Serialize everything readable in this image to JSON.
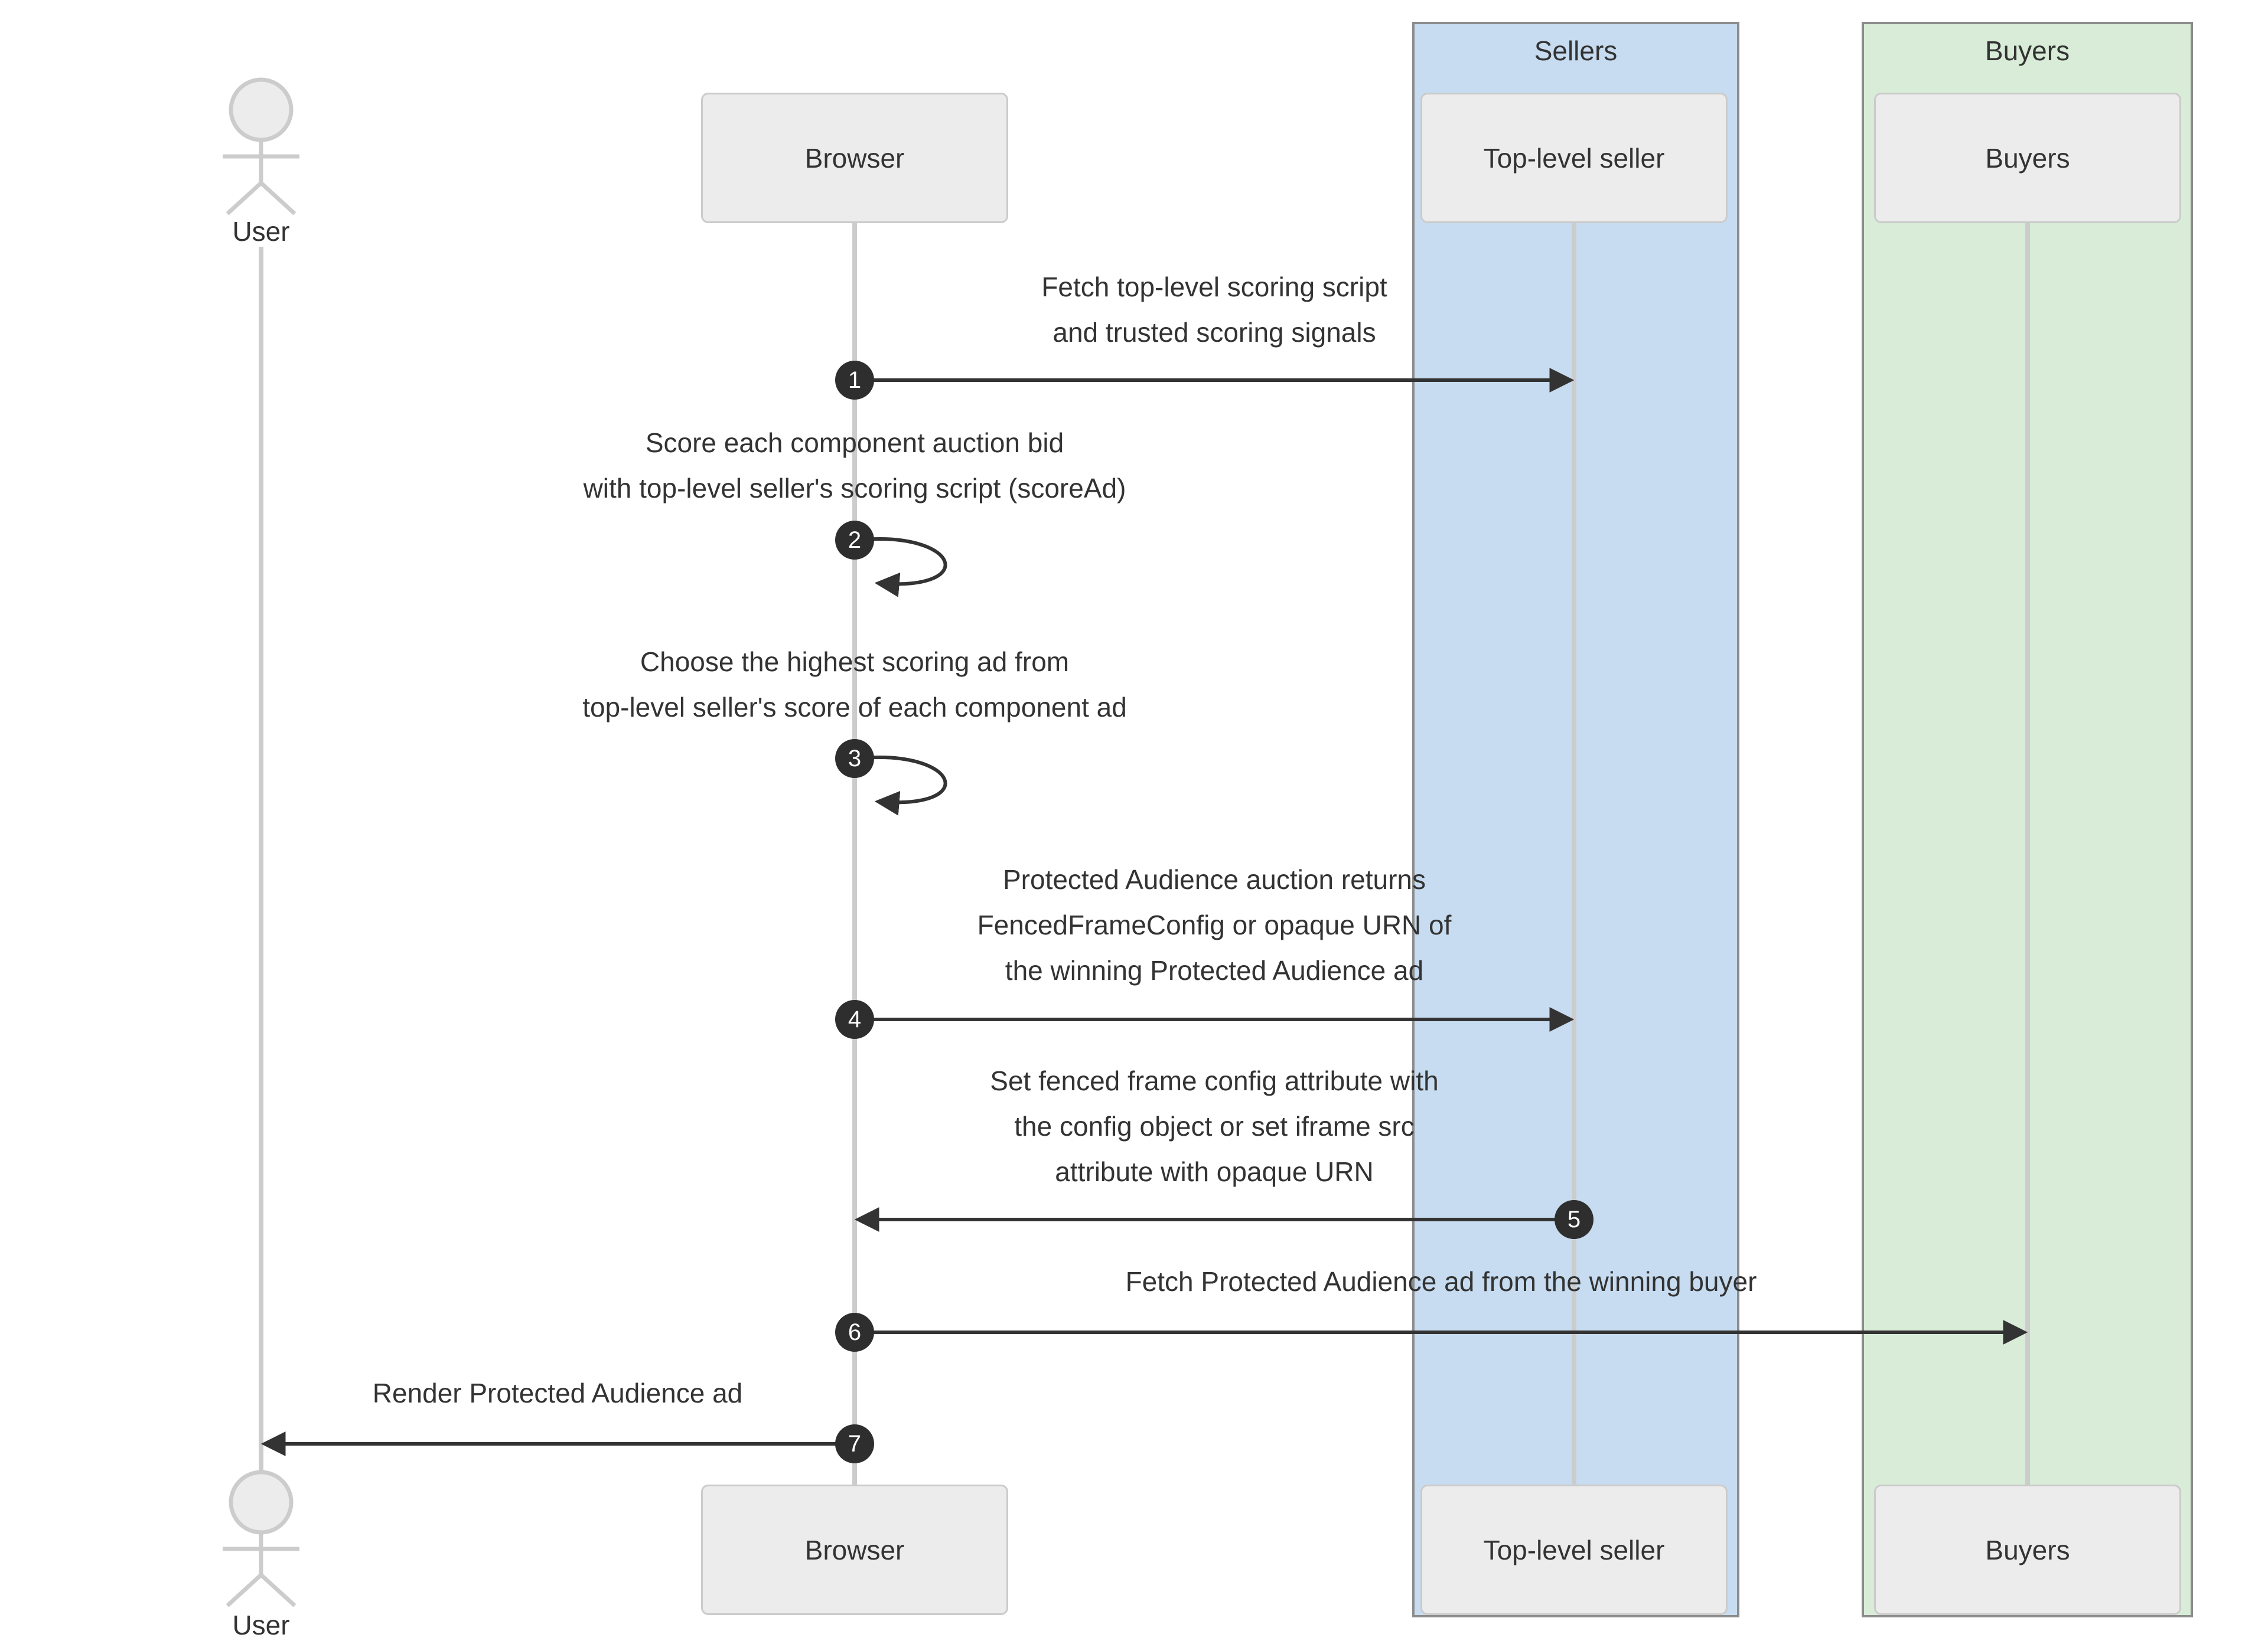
{
  "colors": {
    "page_bg": "#ffffff",
    "sellers_bg": "#c7dcf0",
    "buyers_bg": "#d8ecd8",
    "group_border": "#8c8c8c",
    "box_bg": "#ececec",
    "box_border": "#cbcbcb",
    "lifeline": "#cccccc",
    "actor": "#cccccc",
    "arrow": "#333333",
    "text": "#333333",
    "badge_bg": "#2e2e2e",
    "badge_text": "#ffffff"
  },
  "groups": {
    "sellers": {
      "label": "Sellers"
    },
    "buyers": {
      "label": "Buyers"
    }
  },
  "participants": {
    "user": {
      "label": "User",
      "type": "actor"
    },
    "browser": {
      "label": "Browser"
    },
    "top_level_seller": {
      "label": "Top-level seller",
      "group": "Sellers"
    },
    "buyers": {
      "label": "Buyers",
      "group": "Buyers"
    }
  },
  "messages": {
    "m1": {
      "number": "1",
      "from": "browser",
      "to": "top_level_seller",
      "lines": [
        "Fetch top-level scoring script",
        "and trusted scoring signals"
      ]
    },
    "m2": {
      "number": "2",
      "from": "browser",
      "to": "browser",
      "lines": [
        "Score each component auction bid",
        "with top-level seller's scoring script (scoreAd)"
      ]
    },
    "m3": {
      "number": "3",
      "from": "browser",
      "to": "browser",
      "lines": [
        "Choose the highest scoring ad from",
        "top-level seller's score of each component ad"
      ]
    },
    "m4": {
      "number": "4",
      "from": "browser",
      "to": "top_level_seller",
      "lines": [
        "Protected Audience auction returns",
        "FencedFrameConfig or opaque URN of",
        "the winning Protected Audience ad"
      ]
    },
    "m5": {
      "number": "5",
      "from": "top_level_seller",
      "to": "browser",
      "lines": [
        "Set fenced frame config attribute with",
        "the config object or set iframe src",
        "attribute with opaque URN"
      ]
    },
    "m6": {
      "number": "6",
      "from": "browser",
      "to": "buyers",
      "lines": [
        "Fetch Protected Audience ad from the winning buyer"
      ]
    },
    "m7": {
      "number": "7",
      "from": "browser",
      "to": "user",
      "lines": [
        "Render Protected Audience ad"
      ]
    }
  }
}
